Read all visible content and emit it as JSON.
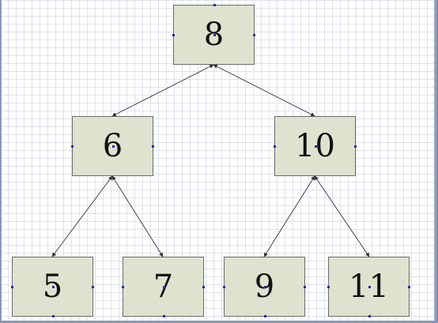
{
  "diagram": {
    "nodes": [
      {
        "id": "n8",
        "label": "8"
      },
      {
        "id": "n6",
        "label": "6"
      },
      {
        "id": "n10",
        "label": "10"
      },
      {
        "id": "n5",
        "label": "5"
      },
      {
        "id": "n7",
        "label": "7"
      },
      {
        "id": "n9",
        "label": "9"
      },
      {
        "id": "n11",
        "label": "11"
      }
    ],
    "edges": [
      {
        "from": "8",
        "to": "6"
      },
      {
        "from": "8",
        "to": "10"
      },
      {
        "from": "6",
        "to": "5"
      },
      {
        "from": "6",
        "to": "7"
      },
      {
        "from": "10",
        "to": "9"
      },
      {
        "from": "10",
        "to": "11"
      }
    ],
    "colors": {
      "node_fill": "#dfe2cf",
      "node_border": "#6b6b6b",
      "edge": "#333333",
      "handle": "#2a2ab0",
      "grid": "#dde2ea"
    }
  }
}
